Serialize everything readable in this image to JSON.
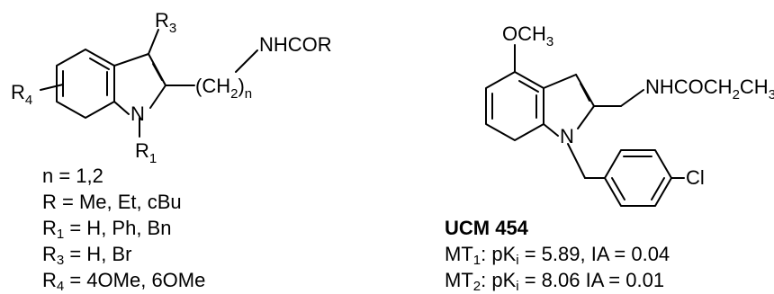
{
  "left_structure": {
    "labels": {
      "r3": "R3",
      "r4": "R4",
      "r1": "R1",
      "n_ring": "N",
      "ch2n": "(CH2)n",
      "nhcor": "NHCOR"
    },
    "definitions": [
      {
        "text": "n = 1,2"
      },
      {
        "text": "R = Me, Et, cBu"
      },
      {
        "prefix": "R",
        "sub": "1",
        "rest": " = H, Ph, Bn"
      },
      {
        "prefix": "R",
        "sub": "3",
        "rest": " = H, Br"
      },
      {
        "prefix": "R",
        "sub": "4",
        "rest": " = 4OMe, 6OMe"
      }
    ]
  },
  "right_structure": {
    "labels": {
      "och3": "OCH3",
      "side_chain": "NHCOCH2CH3",
      "n_ring": "N",
      "cl": "Cl"
    },
    "compound_name": "UCM 454",
    "activities": [
      {
        "receptor": "MT",
        "receptor_sub": "1",
        "p": ": pK",
        "p_sub": "i",
        "value": " = 5.89, IA = 0.04"
      },
      {
        "receptor": "MT",
        "receptor_sub": "2",
        "p": ": pK",
        "p_sub": "i",
        "value": " = 8.06 IA = 0.01"
      }
    ]
  }
}
